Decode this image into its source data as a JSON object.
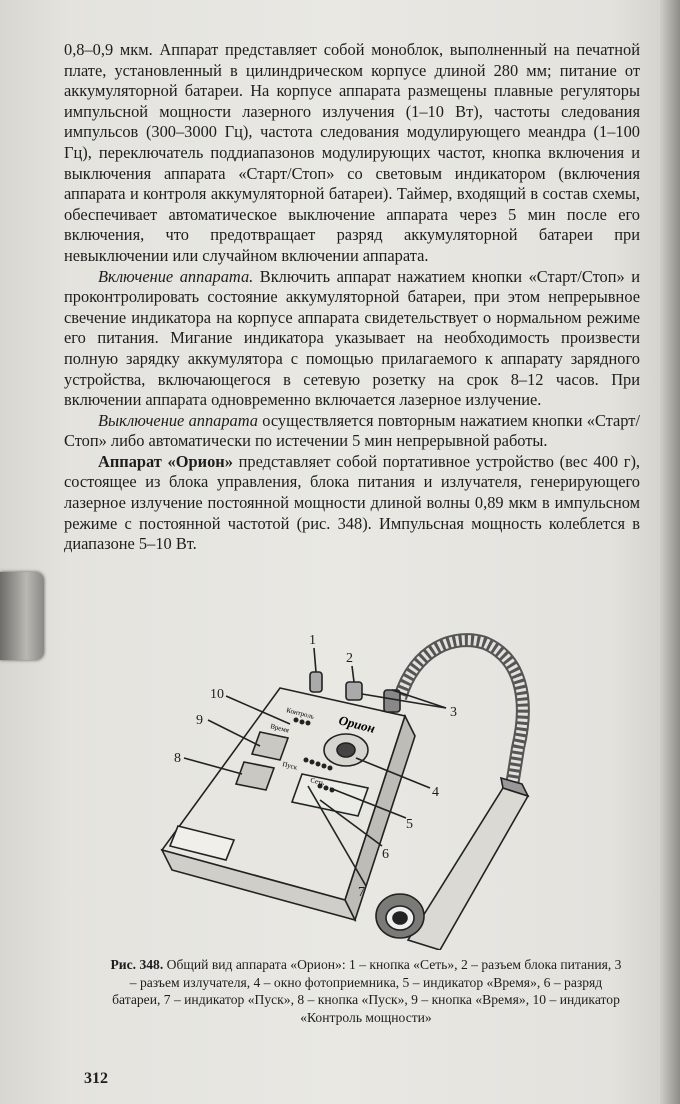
{
  "paragraphs": [
    {
      "lead": "",
      "text": "0,8–0,9 мкм. Аппарат представляет собой моноблок, выполненный на печатной плате, установленный в цилиндрическом корпусе длиной 280 мм; питание от аккумуляторной батареи. На корпусе аппарата размещены плавные регуляторы импульсной мощности лазерного излучения (1–10 Вт), частоты следования импульсов (300–3000 Гц), частота следования модулирующего меандра (1–100 Гц), переключатель поддиапазонов модулирующих частот, кнопка включения и выключения аппарата «Старт/Стоп» со световым индикатором (включения аппарата и контроля аккумуляторной батареи). Таймер, входящий в состав схемы, обеспечивает автоматическое выключение аппарата через 5 мин после его включения, что предотвращает разряд аккумуляторной батареи при невыключении или случайном включении аппарата."
    },
    {
      "lead": "Включение аппарата.",
      "text": " Включить аппарат нажатием кнопки «Старт/Стоп» и проконтролировать состояние аккумуляторной батареи, при этом непрерывное свечение индикатора на корпусе аппарата свидетельствует о нормальном режиме его питания. Мигание индикатора указывает на необходимость произвести полную зарядку аккумулятора с помощью прилагаемого к аппарату зарядного устройства, включающегося в сетевую розетку на срок 8–12 часов. При включении аппарата одновременно включается лазерное излучение."
    },
    {
      "lead": "Выключение аппарата",
      "text": " осуществляется повторным нажатием кнопки «Старт/Стоп» либо автоматически по истечении 5 мин непрерывной работы."
    },
    {
      "lead": "Аппарат «Орион»",
      "text": " представляет собой портативное устройство (вес 400 г), состоящее из блока управления, блока питания и излучателя, генерирующего лазерное излучение постоянной мощности длиной волны 0,89 мкм в импульсном режиме с постоянной частотой (рис. 348). Импульсная мощность колеблется в диапазоне 5–10 Вт."
    }
  ],
  "figure": {
    "callouts": [
      "1",
      "2",
      "3",
      "4",
      "5",
      "6",
      "7",
      "8",
      "9",
      "10"
    ],
    "device_labels": {
      "brand": "Орион",
      "power_control": "Контроль",
      "time": "Время",
      "start": "Пуск",
      "battery": "Сеть"
    }
  },
  "caption": {
    "label": "Рис. 348.",
    "text": " Общий вид аппарата «Орион»: 1 – кнопка «Сеть», 2 – разъем блока питания, 3 – разъем излучателя, 4 – окно фотоприемника, 5 – индикатор «Время», 6 – разряд батареи, 7 – индикатор «Пуск», 8 – кнопка «Пуск», 9 – кнопка «Время», 10 – индикатор «Контроль мощности»"
  },
  "page_number": "312"
}
